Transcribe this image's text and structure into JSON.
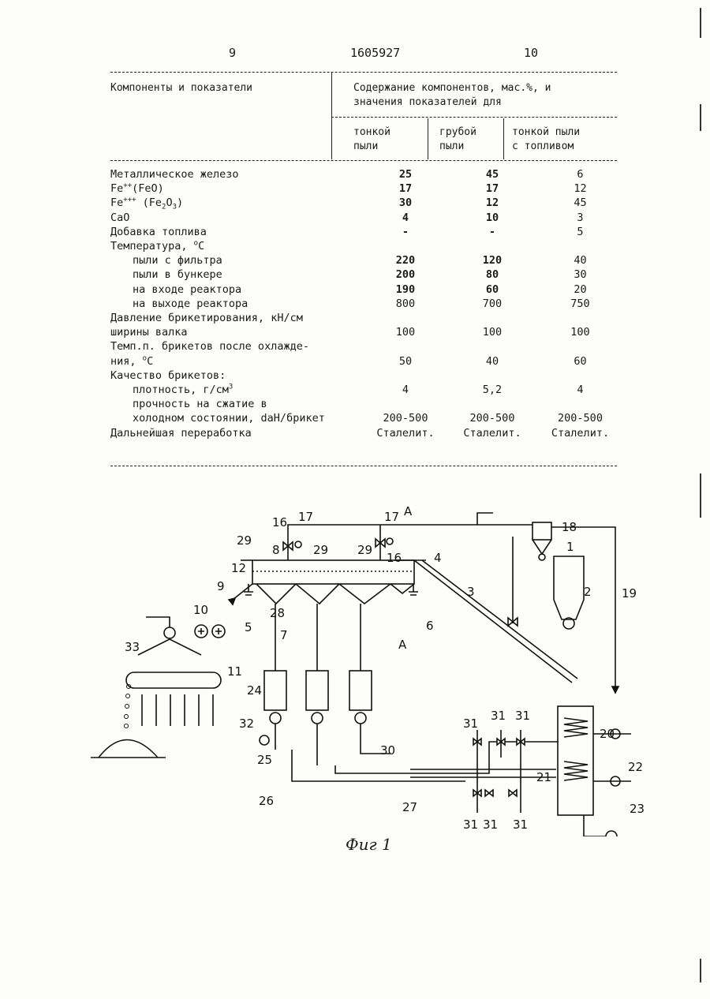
{
  "header": {
    "page_left": "9",
    "patent_number": "1605927",
    "page_right": "10"
  },
  "table": {
    "head_left": "Компоненты и показатели",
    "head_group_line1": "Содержание компонентов, мас.%, и",
    "head_group_line2": "значения показателей для",
    "col1_line1": "тонкой",
    "col1_line2": "пыли",
    "col2_line1": "грубой",
    "col2_line2": "пыли",
    "col3_line1": "тонкой пыли",
    "col3_line2": "с топливом",
    "rows": [
      {
        "label": "Металлическое железо",
        "c1": "25",
        "c2": "45",
        "c3": "6"
      },
      {
        "label_html": "Fe<sup>++</sup>(FeO)",
        "label": "Fe++(FeO)",
        "c1": "17",
        "c2": "17",
        "c3": "12"
      },
      {
        "label_html": "Fe<sup>+++</sup>   (Fe<sub>2</sub>O<sub>3</sub>)",
        "label": "Fe+++ (Fe2O3)",
        "c1": "30",
        "c2": "12",
        "c3": "45"
      },
      {
        "label": "CaO",
        "c1": "4",
        "c2": "10",
        "c3": "3"
      },
      {
        "label": "Добавка топлива",
        "c1": "-",
        "c2": "-",
        "c3": "5"
      },
      {
        "label_html": "Температура, <sup>o</sup>C",
        "label": "Температура, oC",
        "c1": "",
        "c2": "",
        "c3": ""
      },
      {
        "label": "пыли с фильтра",
        "indent": true,
        "c1": "220",
        "c2": "120",
        "c3": "40"
      },
      {
        "label": "пыли в бункере",
        "indent": true,
        "c1": "200",
        "c2": "80",
        "c3": "30"
      },
      {
        "label": "на входе реактора",
        "indent": true,
        "c1": "190",
        "c2": "60",
        "c3": "20"
      },
      {
        "label": "на выходе реактора",
        "indent": true,
        "c1": "800",
        "c2": "700",
        "c3": "750"
      },
      {
        "label": "Давление брикетирования, кН/см",
        "c1": "",
        "c2": "",
        "c3": ""
      },
      {
        "label": "ширины валка",
        "c1": "100",
        "c2": "100",
        "c3": "100"
      },
      {
        "label": "Темп.п. брикетов после охлажде-",
        "c1": "",
        "c2": "",
        "c3": ""
      },
      {
        "label_html": "ния, <sup>o</sup>C",
        "label": "ния, oC",
        "c1": "50",
        "c2": "40",
        "c3": "60"
      },
      {
        "label": "Качество брикетов:",
        "c1": "",
        "c2": "",
        "c3": ""
      },
      {
        "label_html": "плотность, г/см<sup>3</sup>",
        "label": "плотность, г/см3",
        "indent": true,
        "c1": "4",
        "c2": "5,2",
        "c3": "4"
      },
      {
        "label": "прочность на сжатие в",
        "indent": true,
        "c1": "",
        "c2": "",
        "c3": ""
      },
      {
        "label": "холодном состоянии, daH/брикет",
        "indent": true,
        "c1": "200-500",
        "c2": "200-500",
        "c3": "200-500"
      },
      {
        "label": "Дальнейшая переработка",
        "c1": "Сталелит.",
        "c2": "Сталелит.",
        "c3": "Сталелит."
      }
    ]
  },
  "figure": {
    "caption": "Фиг 1",
    "section_label": "A"
  }
}
